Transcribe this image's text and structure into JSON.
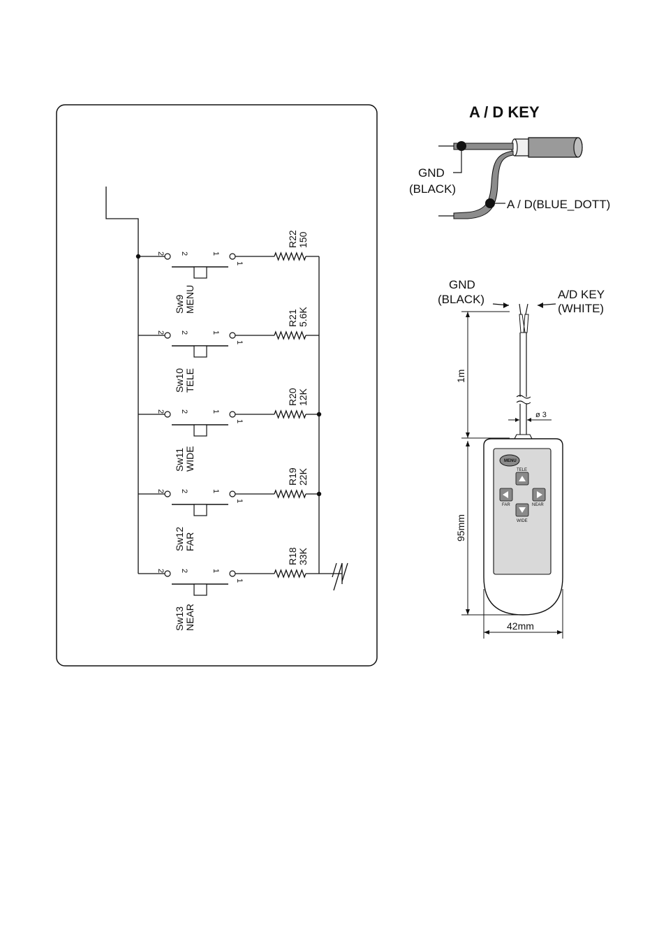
{
  "schematic": {
    "switches": [
      {
        "ref": "Sw9",
        "function": "MENU",
        "resistor": "R22",
        "value": "150"
      },
      {
        "ref": "Sw10",
        "function": "TELE",
        "resistor": "R21",
        "value": "5.6K"
      },
      {
        "ref": "Sw11",
        "function": "WIDE",
        "resistor": "R20",
        "value": "12K"
      },
      {
        "ref": "Sw12",
        "function": "FAR",
        "resistor": "R19",
        "value": "22K"
      },
      {
        "ref": "Sw13",
        "function": "NEAR",
        "resistor": "R18",
        "value": "33K"
      }
    ],
    "pin_left": "2",
    "pin_right": "1"
  },
  "ad_key": {
    "title": "A / D KEY",
    "gnd_label": "GND",
    "gnd_color": "(BLACK)",
    "ad_label": "A / D(BLUE_DOTT)"
  },
  "remote": {
    "gnd_label": "GND",
    "gnd_color": "(BLACK)",
    "ad_label": "A/D KEY",
    "ad_color": "(WHITE)",
    "cable_length": "1m",
    "diameter": "ø 3",
    "height": "95mm",
    "width": "42mm",
    "buttons": {
      "menu": "MENU",
      "tele": "TELE",
      "far": "FAR",
      "near": "NEAR",
      "wide": "WIDE"
    }
  },
  "colors": {
    "ink": "#111111",
    "panel_fill": "#d9d9d9",
    "button_fill": "#8a8a8a",
    "cable_gray": "#9a9a9a"
  }
}
